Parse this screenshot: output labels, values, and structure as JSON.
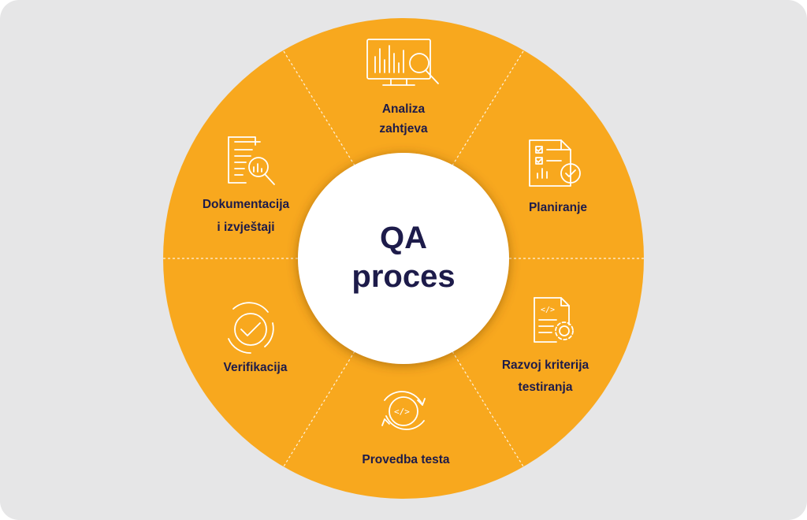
{
  "diagram": {
    "center": {
      "line1": "QA",
      "line2": "proces"
    },
    "segments": [
      {
        "name": "analiza-zahtjeva",
        "line1": "Analiza",
        "line2": "zahtjeva",
        "icon": "monitor-chart-magnifier-icon"
      },
      {
        "name": "planiranje",
        "line1": "Planiranje",
        "line2": "",
        "icon": "checklist-document-icon"
      },
      {
        "name": "razvoj-kriterija-testiranja",
        "line1": "Razvoj kriterija",
        "line2": "testiranja",
        "icon": "code-document-gear-icon"
      },
      {
        "name": "provedba-testa",
        "line1": "Provedba testa",
        "line2": "",
        "icon": "code-cycle-icon"
      },
      {
        "name": "verifikacija",
        "line1": "Verifikacija",
        "line2": "",
        "icon": "checkmark-badge-icon"
      },
      {
        "name": "dokumentacija-i-izvjestaji",
        "line1": "Dokumentacija",
        "line2": "i izvještaji",
        "icon": "report-magnifier-icon"
      }
    ],
    "colors": {
      "background": "#e6e6e7",
      "wheel": "#f8a81e",
      "center": "#ffffff",
      "text": "#1d1b4a",
      "icon": "#ffffff"
    }
  }
}
